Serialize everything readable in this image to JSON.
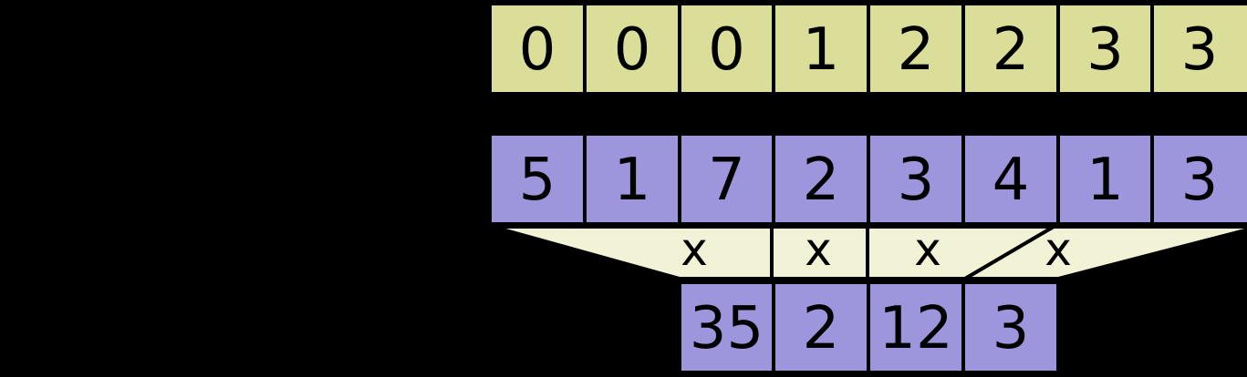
{
  "rows": {
    "keys": {
      "cells": [
        "0",
        "0",
        "0",
        "1",
        "2",
        "2",
        "3",
        "3"
      ]
    },
    "values": {
      "cells": [
        "5",
        "1",
        "7",
        "2",
        "3",
        "4",
        "1",
        "3"
      ]
    },
    "results": {
      "cells": [
        "35",
        "2",
        "12",
        "3"
      ]
    }
  },
  "operators": {
    "labels": [
      "x",
      "x",
      "x",
      "x"
    ]
  },
  "colors": {
    "background": "#000000",
    "keys_cell": "#dade98",
    "values_cell": "#9d96dc",
    "results_cell": "#9d96dc",
    "funnel": "#f1f2d6",
    "border": "#000000",
    "text": "#000000"
  }
}
